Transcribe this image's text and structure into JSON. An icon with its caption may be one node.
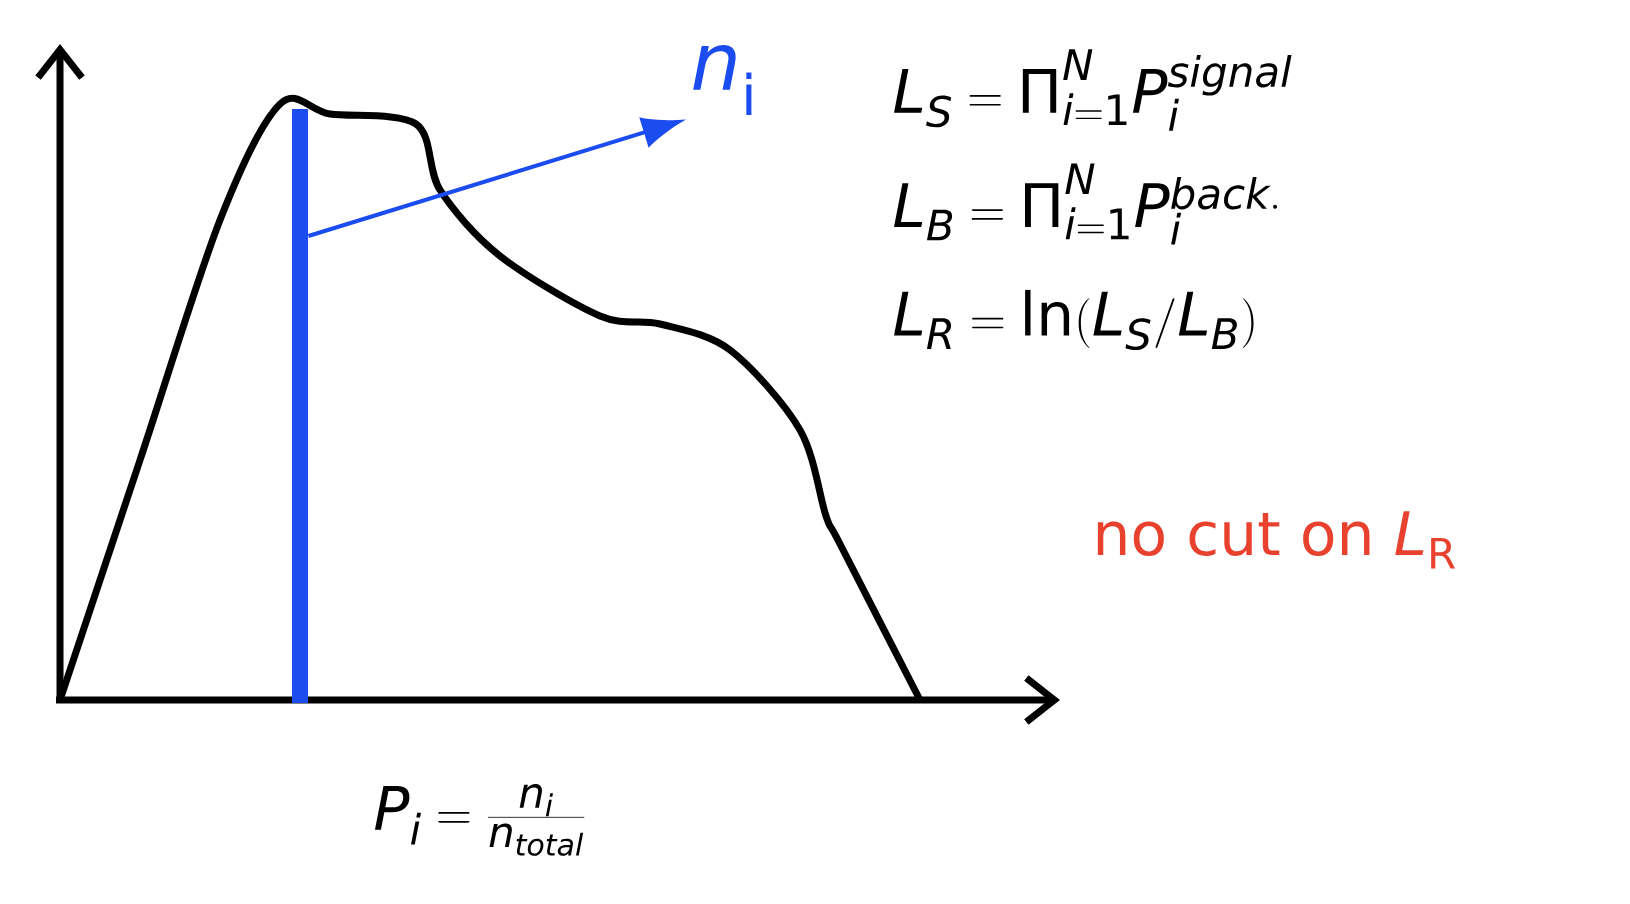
{
  "diagram": {
    "nodes": [
      {
        "text": [],
        "shape": "bar"
      },
      {
        "text": [
          "*n*$_{i}$"
        ]
      }
    ],
    "edges": [
      {
        "from": 0,
        "to": 1,
        "arrow": "to"
      }
    ],
    "labels": [
      "L_S = \\Pi_{i=1}^{N} P_i^{signal}",
      "L_B = \\Pi_{i=1}^{N} P_i^{back.}",
      "L_R = \\ln(L_S/L_B)",
      "no cut on *L*$_{R}$",
      "P_i = \\frac{n_i}{n_{total}}"
    ]
  }
}
